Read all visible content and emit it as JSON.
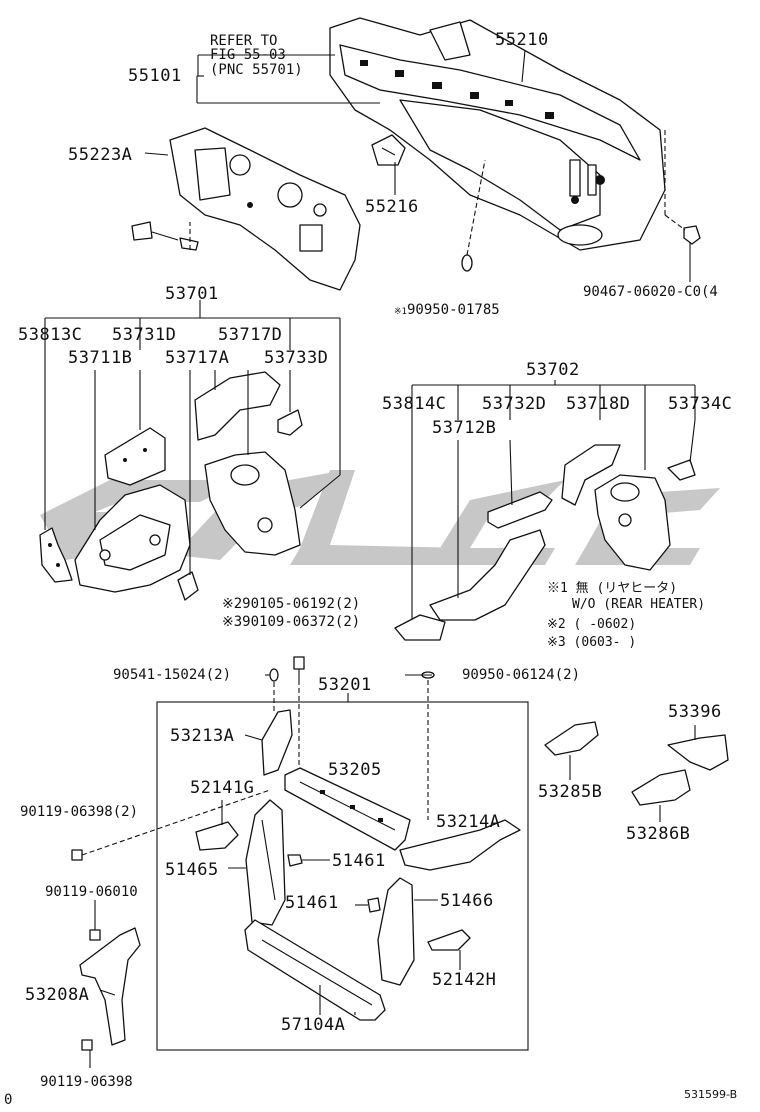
{
  "colors": {
    "ink": "#111111",
    "watermark": "#b5b5b5"
  },
  "labels": {
    "refer_line1": "REFER TO",
    "refer_line2": "FIG 55-03",
    "refer_line3": "(PNC 55701)",
    "p55101": "55101",
    "p55210": "55210",
    "p55223A": "55223A",
    "p55216": "55216",
    "p90950_01785": "90950-01785",
    "p90467": "90467-06020-C0(4",
    "p53701": "53701",
    "p53813C": "53813C",
    "p53731D": "53731D",
    "p53717D": "53717D",
    "p53711B": "53711B",
    "p53717A": "53717A",
    "p53733D": "53733D",
    "p53702": "53702",
    "p53814C": "53814C",
    "p53732D": "53732D",
    "p53718D": "53718D",
    "p53734C": "53734C",
    "p53712B": "53712B",
    "note1_line1": "※1 無 (リヤヒータ)",
    "note1_line2": "W/O (REAR HEATER)",
    "note2": "※2 (     -0602)",
    "note3": "※3 (0603-     )",
    "p90105": "90105-06192(2)",
    "p90109": "90109-06372(2)",
    "mark2": "※2",
    "mark3": "※3",
    "mark1": "※1",
    "p90541": "90541-15024(2)",
    "p53201": "53201",
    "p90950_06124": "90950-06124(2)",
    "p53213A": "53213A",
    "p53205": "53205",
    "p52141G": "52141G",
    "p53214A": "53214A",
    "p90119_06398_2": "90119-06398(2)",
    "p51465": "51465",
    "p51461a": "51461",
    "p51461b": "51461",
    "p51466": "51466",
    "p90119_06010": "90119-06010",
    "p52142H": "52142H",
    "p53208A": "53208A",
    "p57104A": "57104A",
    "p90119_06398": "90119-06398",
    "p53396": "53396",
    "p53285B": "53285B",
    "p53286B": "53286B",
    "figure_code": "531599-B",
    "corner_mark": "0"
  }
}
